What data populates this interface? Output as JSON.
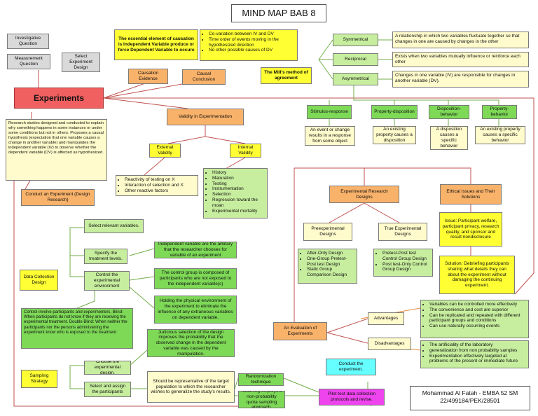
{
  "title": "MIND MAP BAB 8",
  "investigative_question": "Investigative Question",
  "select_experiment_design": "Select Experiment Design",
  "measurement_question": "Measurement Question",
  "experiments": "Experiments",
  "experiments_definition": "Research studies designed and conducted to explain why something happens in some instances or under some conditions but not in others. Proposes a causal hypothesis (expectation that one variable causes a change in another variable) and manipulates the independent variable (IV) to observe whether the dependent variable (DV) is affected as hypothesized.",
  "causation_essential": "The essential element of causation is Independent Variable produce or force Dependent Variable to occure",
  "causation_evidence": "Causation Evidence",
  "covariation_items": [
    "Co-variation between IV and DV",
    "Time order of events moving in the hypothesized direction",
    "No other possible causes of DV"
  ],
  "causal_conclusion": "Causal Conclusion",
  "mills_method": "The Mill's method of agreement",
  "symmetrical": "Symmetrical",
  "symmetrical_def": "A relationship in which two variables fluctuate together so that changes in one are caused by changes in the other",
  "reciprocal": "Reciprocal",
  "reciprocal_def": "Exists when two variables mutually influence or reinforce each other",
  "asymmetrical": "Asymmetrical",
  "asymmetrical_def": "Changes in one variable (IV) are responsible for changes in another variable (DV).",
  "stimulus_response": "Stimulus-response",
  "stimulus_response_def": "An event or change results in a response from some object",
  "property_disposition": "Property-disposition",
  "property_disposition_def": "An existing property causes a disposition",
  "disposition_behavior": "Disposition-behavior",
  "disposition_behavior_def": "A disposition causes a specific behavior",
  "property_behavior": "Property-behavior",
  "property_behavior_def": "An existing property causes a specific behavior",
  "validity": "Validity in Experimentation",
  "external_validity": "External Validity",
  "internal_validity": "Internal Validity",
  "external_items": [
    "Reactivity of testing on X",
    "Interaction of selection and X",
    "Other reactive factors"
  ],
  "internal_items": [
    "History",
    "Maturation",
    "Testing",
    "Instrumentation",
    "Selection",
    "Regression toward the moan",
    "Experimental mortality"
  ],
  "conduct_experiment": "Conduct an Experiment (Design Research)",
  "select_relevant_variables": "Select relevant variables.",
  "specify_treatment": "Specify the treatment levels.",
  "independent_variable_def": "Independent variable are the arbitary that the researcher chooses for variable of an experiment",
  "data_collection_design": "Data Collection Design",
  "control_environment": "Control the experimental environment",
  "control_group_def": "The control group is composed of participants who are not exposed to the independent variable(s)",
  "holding_environment": "Holding the physical environment of the experiment to eliminate the influence of any extraneous variables on dependent variable.",
  "control_involve": "Control involve participants and experimenters. Blind: When participants do not know if they are receiving the experimental treatment. Double Blind: When neither the participants nor the persons administering the experiment know who is exposed to the treatment",
  "sampling_strategy": "Sampling Strategy",
  "choose_design": "Choose the experimental design.",
  "judicious_selection": "Judicious selection of the design improves the probability that the observed change in the dependent variable was caused by the manipulation.",
  "select_assign": "Select and assign the participants",
  "representative": "Should be representative of the target population to which the researcher wishes to generalize the study's results.",
  "randomization": "Randomization technique",
  "matching": "Matching employs a non-probability quota sampling approach.",
  "pilot_test": "Pilot test data collection protocols and revise.",
  "conduct_the_experiment": "Conduct the experiment.",
  "experimental_research_designs": "Experimental Research Designs",
  "preexperimental": "Preexperimental Designs",
  "true_experimental": "True Experimental Designs",
  "preexperimental_items": [
    "After-Only Design",
    "One-Group Pretest-Post test Design",
    "Static Group Comparison Design"
  ],
  "true_items": [
    "Pretest-Post test Control Group Design",
    "Post test-Only Control Group Design"
  ],
  "ethical": "Ethical Issues and Their Solutions",
  "issue": "Issue: Participant welfare, participant privacy, research quality, and sponsor and result nondisclosure",
  "solution": "Solution: Debriefing participants sharing what details they can about the experiment without damaging the continuing experiment.",
  "evaluation": "An Evaluation of Experiments",
  "advantages": "Advantages",
  "advantages_items": [
    "Variables can be controlled more effectively",
    "The convenience and cost are superior",
    "Can be replicated and repeated with different participant groups and conditions",
    "Can use naturally occurring events"
  ],
  "disadvantages": "Disadvantages",
  "disadvantages_items": [
    "The artificiality of the laboratory",
    "generalization from non probability samples",
    "Experimentation effectively targeted at problems of the present or immediate future"
  ],
  "author_name": "Mohammad Al Fatah - EMBA 52 SM",
  "author_id": "22/499184/PEK/28501"
}
